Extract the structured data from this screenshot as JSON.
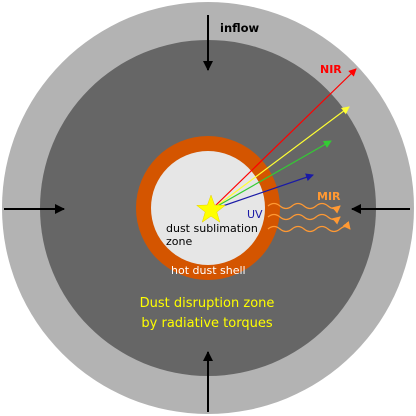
{
  "labels": {
    "inflow": "inflow",
    "nir": "NIR",
    "mir": "MIR",
    "uv": "UV",
    "sublimation_line1": "dust sublimation",
    "sublimation_line2": "zone",
    "hot_dust_shell": "hot dust shell",
    "disruption_line1": "Dust disruption zone",
    "disruption_line2": "by radiative torques"
  },
  "colors": {
    "outer_ring": "#b3b3b3",
    "disruption_zone": "#666666",
    "hot_dust_shell": "#d45500",
    "sublimation_zone": "#e6e6e6",
    "star": "#ffff00",
    "nir": "#ff0000",
    "mir": "#ff9933",
    "uv": "#1a1aa6",
    "disruption_text": "#ffff00",
    "yellow_ray": "#ffff33",
    "green_ray": "#33cc33"
  }
}
